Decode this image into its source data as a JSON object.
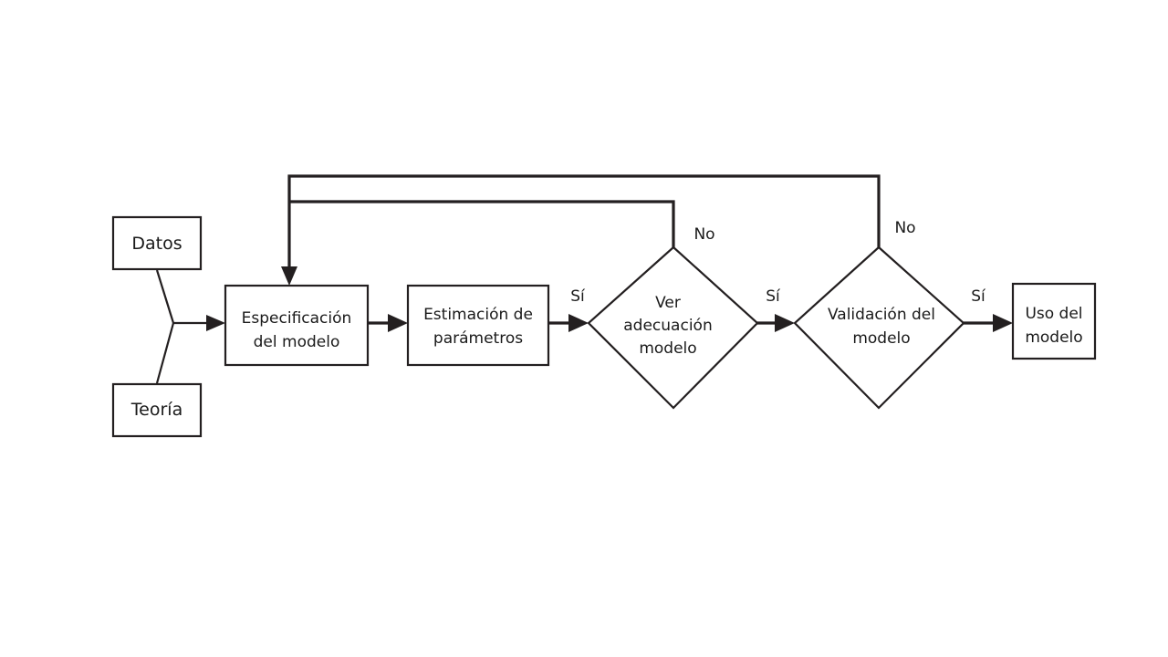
{
  "nodes": {
    "datos": {
      "label": "Datos"
    },
    "teoria": {
      "label": "Teoría"
    },
    "especificacion": {
      "line1": "Especificación",
      "line2": "del modelo"
    },
    "estimacion": {
      "line1": "Estimación de",
      "line2": "parámetros"
    },
    "adecuacion": {
      "line1": "Ver",
      "line2": "adecuación",
      "line3": "modelo"
    },
    "validacion": {
      "line1": "Validación del",
      "line2": "modelo"
    },
    "uso": {
      "line1": "Uso del",
      "line2": "modelo"
    }
  },
  "edge_labels": {
    "yes_to_adecuacion": "Sí",
    "yes_to_validacion": "Sí",
    "yes_to_uso": "Sí",
    "no_from_adecuacion": "No",
    "no_from_validacion": "No"
  },
  "colors": {
    "stroke": "#231f20",
    "background": "#ffffff"
  }
}
